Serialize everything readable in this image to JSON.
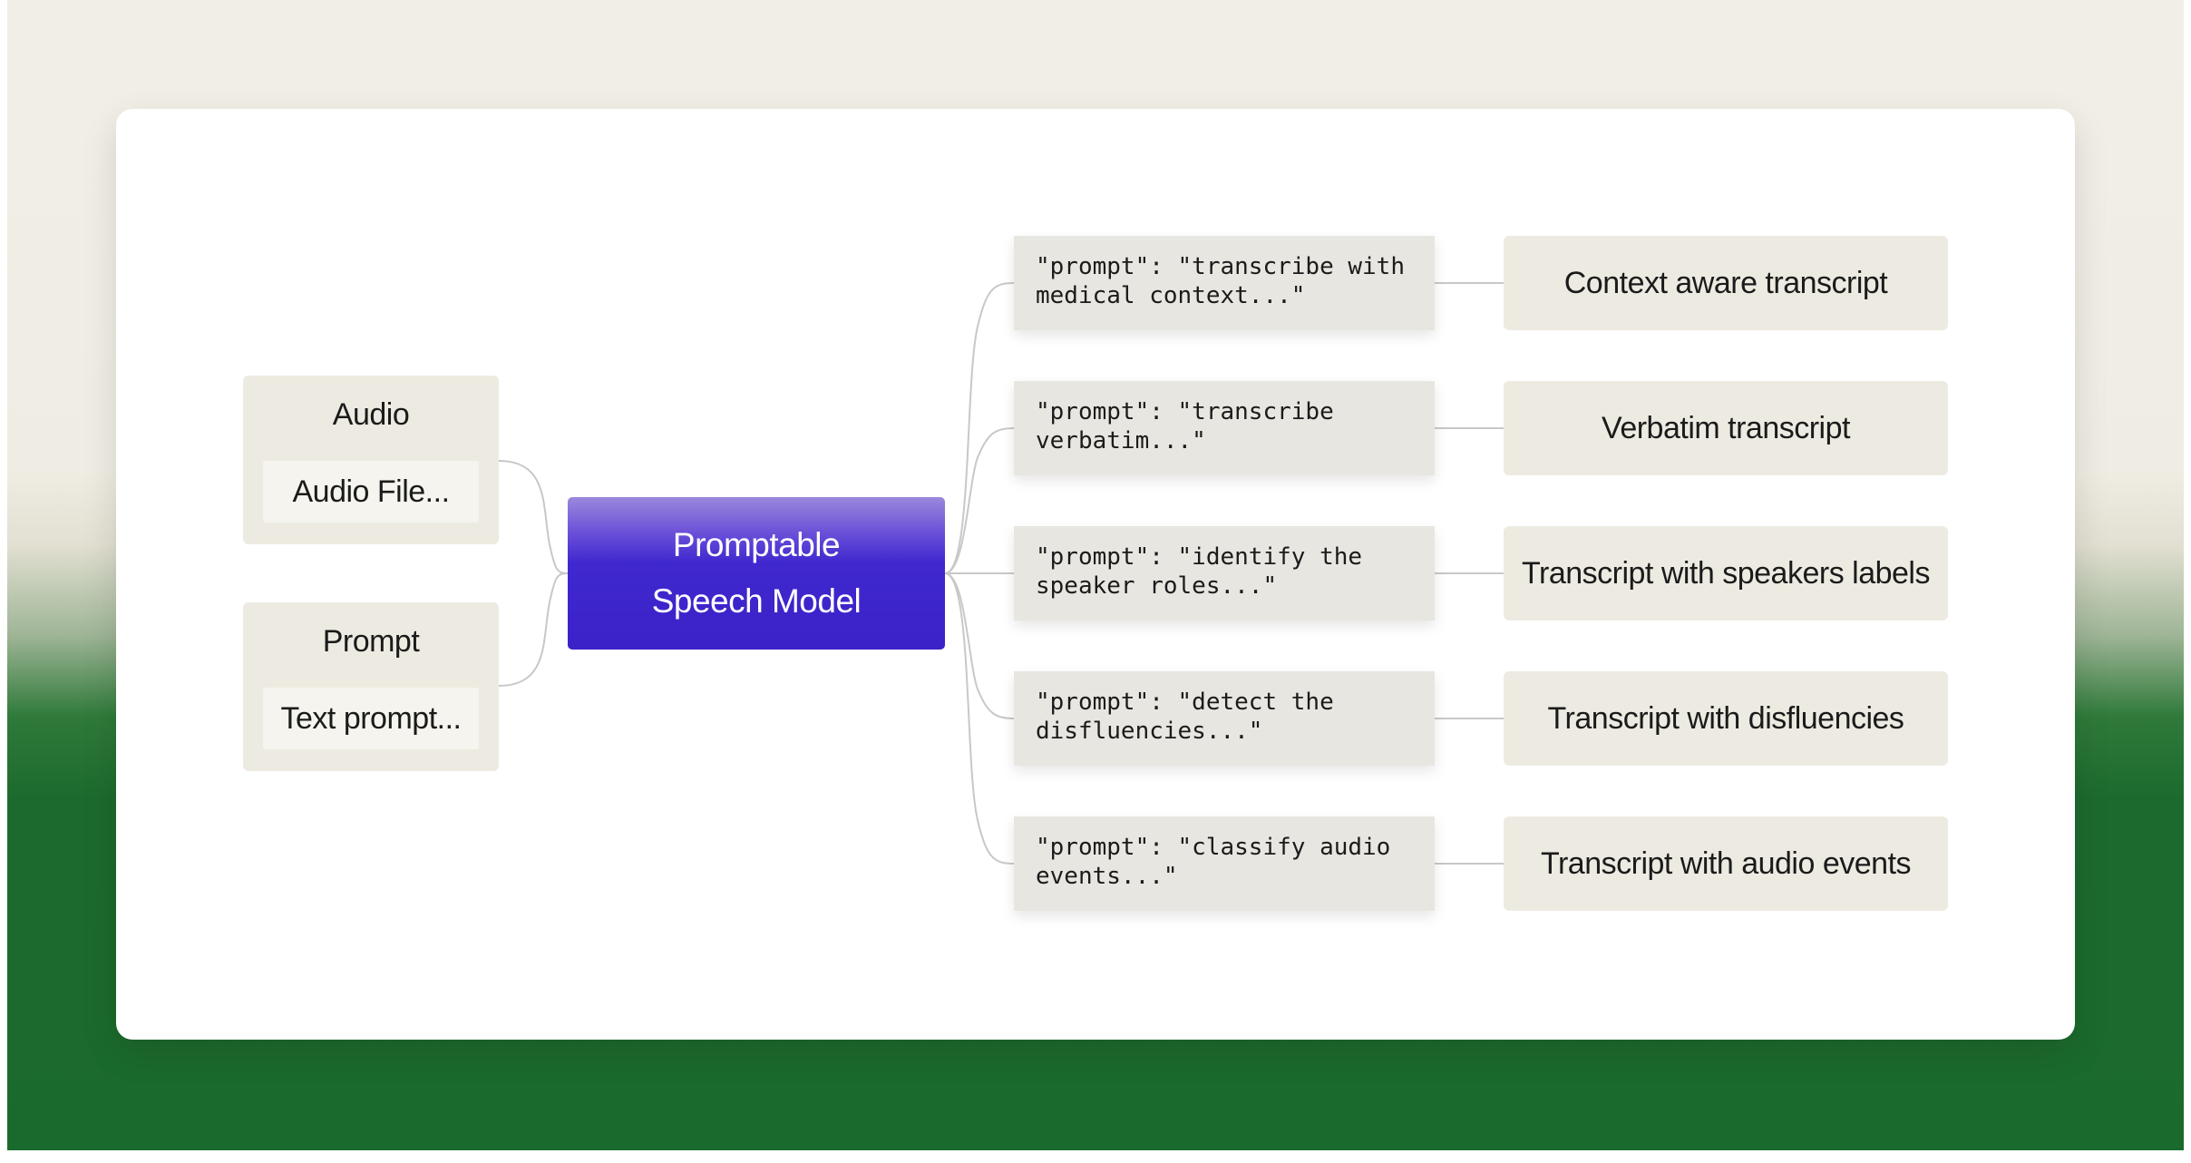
{
  "inputs": [
    {
      "title": "Audio",
      "value": "Audio File..."
    },
    {
      "title": "Prompt",
      "value": "Text prompt..."
    }
  ],
  "model": {
    "label": "Promptable Speech Model"
  },
  "branches": [
    {
      "prompt": "\"prompt\": \"transcribe with medical context...\"",
      "output": "Context aware transcript"
    },
    {
      "prompt": "\"prompt\": \"transcribe verbatim...\"",
      "output": "Verbatim transcript"
    },
    {
      "prompt": "\"prompt\": \"identify the speaker roles...\"",
      "output": "Transcript with speakers labels"
    },
    {
      "prompt": "\"prompt\": \"detect the disfluencies...\"",
      "output": "Transcript with disfluencies"
    },
    {
      "prompt": "\"prompt\": \"classify audio events...\"",
      "output": "Transcript with audio events"
    }
  ],
  "colors": {
    "model_fill": "#3a22c8",
    "node_fill": "#edebe1",
    "prompt_fill": "#e8e6e0",
    "connector": "#c8c8c8",
    "background_green": "#1b6a2d"
  }
}
